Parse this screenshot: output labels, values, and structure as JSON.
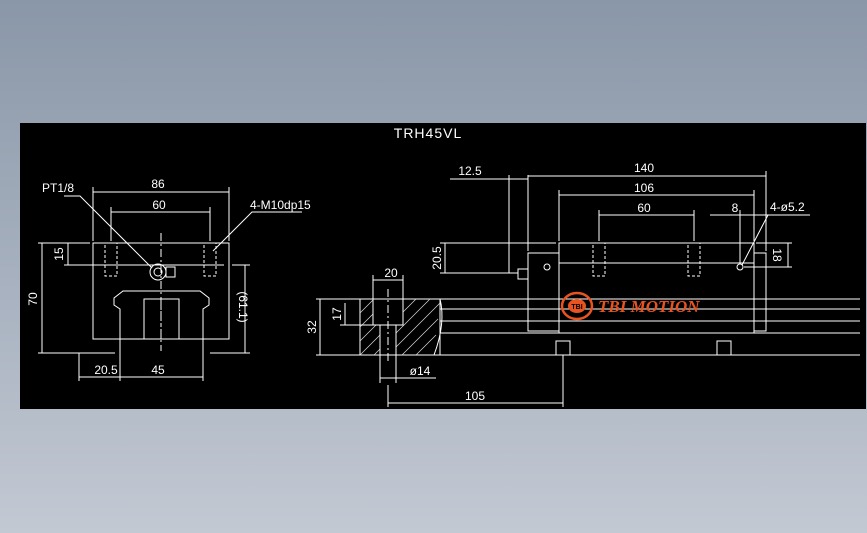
{
  "title": "TRH45VL",
  "logo_text": "TBI MOTION",
  "logo_badge": "TBI",
  "colors": {
    "background": "#000000",
    "line": "#ffffff",
    "accent": "#e8531f",
    "dim_line": "#ffffff"
  },
  "front_view": {
    "dims": {
      "width_86": "86",
      "width_60": "60",
      "height_70": "70",
      "height_61_1": "(61.1)",
      "dim_15": "15",
      "dim_20_5": "20.5",
      "dim_45": "45"
    },
    "labels": {
      "grease_port": "PT1/8",
      "tapped_holes": "4-M10dp15"
    }
  },
  "side_view": {
    "dims": {
      "dim_12_5": "12.5",
      "dim_140": "140",
      "dim_106": "106",
      "dim_60": "60",
      "dim_8": "8",
      "dim_20_5": "20.5",
      "dim_18": "18",
      "dim_20": "20",
      "dim_32": "32",
      "dim_17": "17",
      "dim_dia14": "ø14",
      "dim_105": "105"
    },
    "labels": {
      "holes": "4-ø5.2"
    }
  }
}
